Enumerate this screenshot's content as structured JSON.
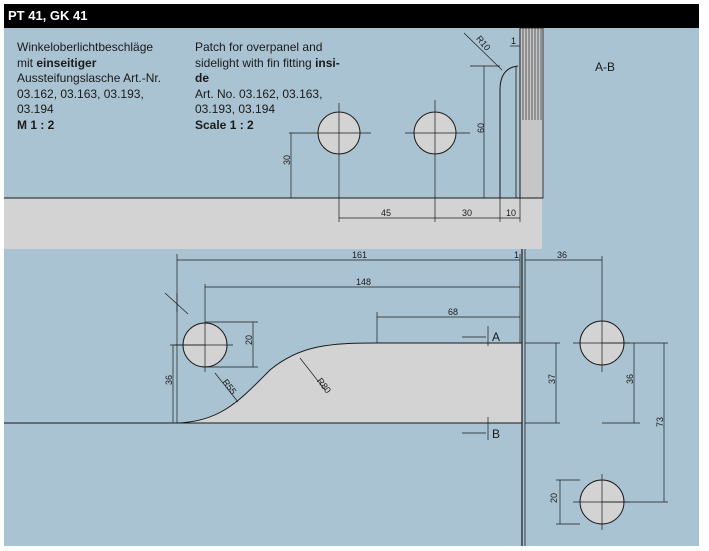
{
  "header": {
    "title": "PT 41, GK 41"
  },
  "colors": {
    "background": "#a9c3d2",
    "surface": "#d3d3d3",
    "header": "#000000",
    "line": "#1a1a1a"
  },
  "text_de": {
    "line1": "Winkeloberlichtbeschläge",
    "line2_pre": "mit ",
    "line2_bold": "einseitiger",
    "line3": "Aussteifungslasche Art.-Nr.",
    "line4": "03.162, 03.163, 03.193,",
    "line5": "03.194",
    "scale": "M 1 : 2"
  },
  "text_en": {
    "line1": "Patch for overpanel and",
    "line2_pre": "sidelight with fin fitting ",
    "line2_bold": "insi-",
    "line3_bold": "de",
    "line4": "Art. No. 03.162, 03.163,",
    "line5": "03.193, 03.194",
    "scale": "Scale 1 : 2"
  },
  "section_label": "A-B",
  "section_marks": {
    "a": "A",
    "b": "B"
  },
  "dims_top": {
    "r10": "R10",
    "one": "1",
    "sixty": "60",
    "thirty": "30",
    "d45": "45",
    "d30": "30",
    "d10": "10"
  },
  "dims_bottom": {
    "d161": "161",
    "one": "1",
    "d36_top": "36",
    "d148": "148",
    "d68": "68",
    "d20_left": "20",
    "d36_left": "36",
    "r55": "R55",
    "r80": "R80",
    "d37": "37",
    "d36_right": "36",
    "d73": "73",
    "d20_right": "20"
  }
}
